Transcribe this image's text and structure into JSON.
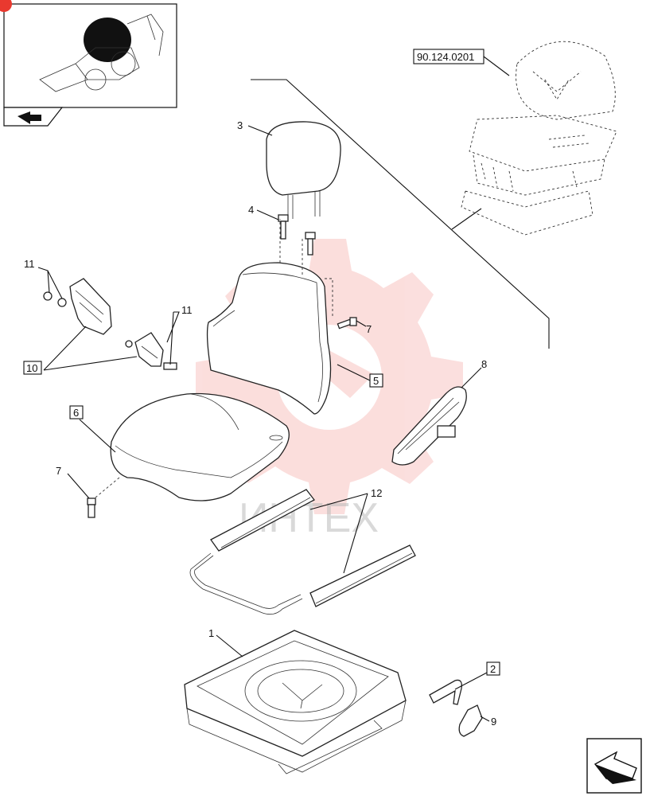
{
  "reference_code": "90.124.0201",
  "watermark_text": "ИНТЕХ",
  "colors": {
    "watermark": "#e9392f",
    "line": "#111111",
    "background": "#ffffff"
  },
  "callouts": {
    "c1": "1",
    "c2": "2",
    "c3": "3",
    "c4": "4",
    "c5": "5",
    "c6": "6",
    "c7a": "7",
    "c7b": "7",
    "c8": "8",
    "c9": "9",
    "c10": "10",
    "c11a": "11",
    "c11b": "11",
    "c12": "12"
  },
  "icons": {
    "thumbnail": "backhoe-loader-icon",
    "nav_back": "back-arrow-icon",
    "nav_next": "next-page-arrow-icon"
  }
}
